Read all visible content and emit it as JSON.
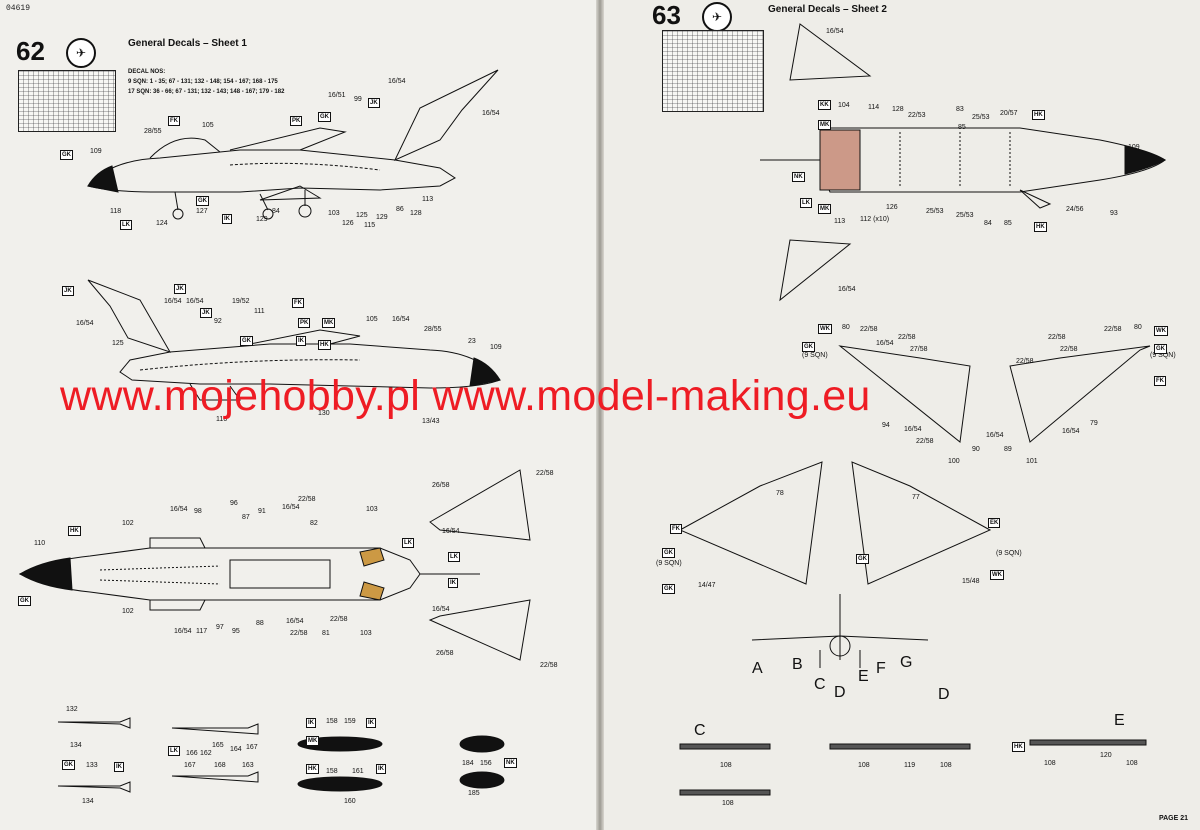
{
  "doc_code": "04619",
  "left_page": {
    "step_number": "62",
    "title": "General Decals – Sheet 1",
    "decal_nos_label": "DECAL NOS:",
    "squadrons": [
      {
        "name": "9 SQN:",
        "numbers": "1 - 35; 67 - 131; 132 - 148; 154 - 167; 168 - 175"
      },
      {
        "name": "17 SQN:",
        "numbers": "36 - 66; 67 - 131; 132 - 143; 148 - 167; 179 - 182"
      }
    ],
    "callouts_view1": [
      "109",
      "105",
      "28/55",
      "127",
      "118",
      "124",
      "129",
      "84",
      "103",
      "126",
      "125",
      "115",
      "129",
      "86",
      "128",
      "113",
      "16/51",
      "99",
      "16/54",
      "16/54"
    ],
    "callouts_view2": [
      "16/54",
      "19/52",
      "111",
      "92",
      "125",
      "105",
      "16/54",
      "28/55",
      "23",
      "109",
      "116",
      "130",
      "13/43"
    ],
    "callouts_view3": [
      "110",
      "102",
      "16/54",
      "98",
      "96",
      "87",
      "91",
      "16/54",
      "22/58",
      "82",
      "103",
      "102",
      "16/54",
      "117",
      "97",
      "95",
      "88",
      "16/54",
      "22/58",
      "81",
      "22/58",
      "103",
      "26/58",
      "16/54",
      "22/58",
      "16/54",
      "26/58",
      "22/58"
    ],
    "store_callouts": [
      "132",
      "134",
      "133",
      "134",
      "166",
      "162",
      "165",
      "164",
      "167",
      "167",
      "168",
      "163",
      "158",
      "159",
      "160",
      "161",
      "158",
      "184",
      "156",
      "185"
    ],
    "squadron_codes": [
      "GK",
      "FK",
      "GK",
      "LK",
      "PK",
      "GK",
      "IK",
      "JK",
      "JK",
      "JK",
      "JK",
      "FK",
      "PK",
      "IK",
      "MK",
      "HK",
      "LK",
      "GK",
      "LK",
      "IK",
      "GK",
      "IK",
      "LK",
      "IK",
      "MK",
      "IK",
      "HK",
      "IK",
      "NK",
      "HK",
      "GK"
    ]
  },
  "right_page": {
    "step_number": "63",
    "title": "General Decals – Sheet 2",
    "callouts_top": [
      "16/54",
      "104",
      "114",
      "128",
      "22/53",
      "83",
      "25/53",
      "20/57",
      "85",
      "109",
      "113",
      "112 (x10)",
      "126",
      "25/53",
      "25/53",
      "84",
      "85",
      "24/56",
      "93",
      "16/54"
    ],
    "callouts_wings": [
      "80",
      "22/58",
      "16/54",
      "22/58",
      "27/58",
      "22/58",
      "80",
      "22/58",
      "(9 SQN)",
      "22/58",
      "94",
      "16/54",
      "16/54",
      "100",
      "90",
      "89",
      "101",
      "16/54",
      "79",
      "22/58",
      "22/58",
      "(9 SQN)"
    ],
    "callouts_lower": [
      "78",
      "77",
      "(9 SQN)",
      "(9 SQN)",
      "14/47",
      "15/48",
      "108",
      "108",
      "119",
      "108",
      "108",
      "120",
      "108"
    ],
    "view_letters": [
      "A",
      "B",
      "C",
      "D",
      "E",
      "F",
      "G"
    ],
    "panel_letters": [
      "C",
      "D",
      "E"
    ],
    "squadron_codes": [
      "KK",
      "MK",
      "LK",
      "MK",
      "NK",
      "GK",
      "FK",
      "GK",
      "WK",
      "HK",
      "HK",
      "WK",
      "FK",
      "GK",
      "WK",
      "GK",
      "GK",
      "EK",
      "HK"
    ]
  },
  "watermark": "www.mojehobby.pl www.model-making.eu",
  "footer": "PAGE 21"
}
